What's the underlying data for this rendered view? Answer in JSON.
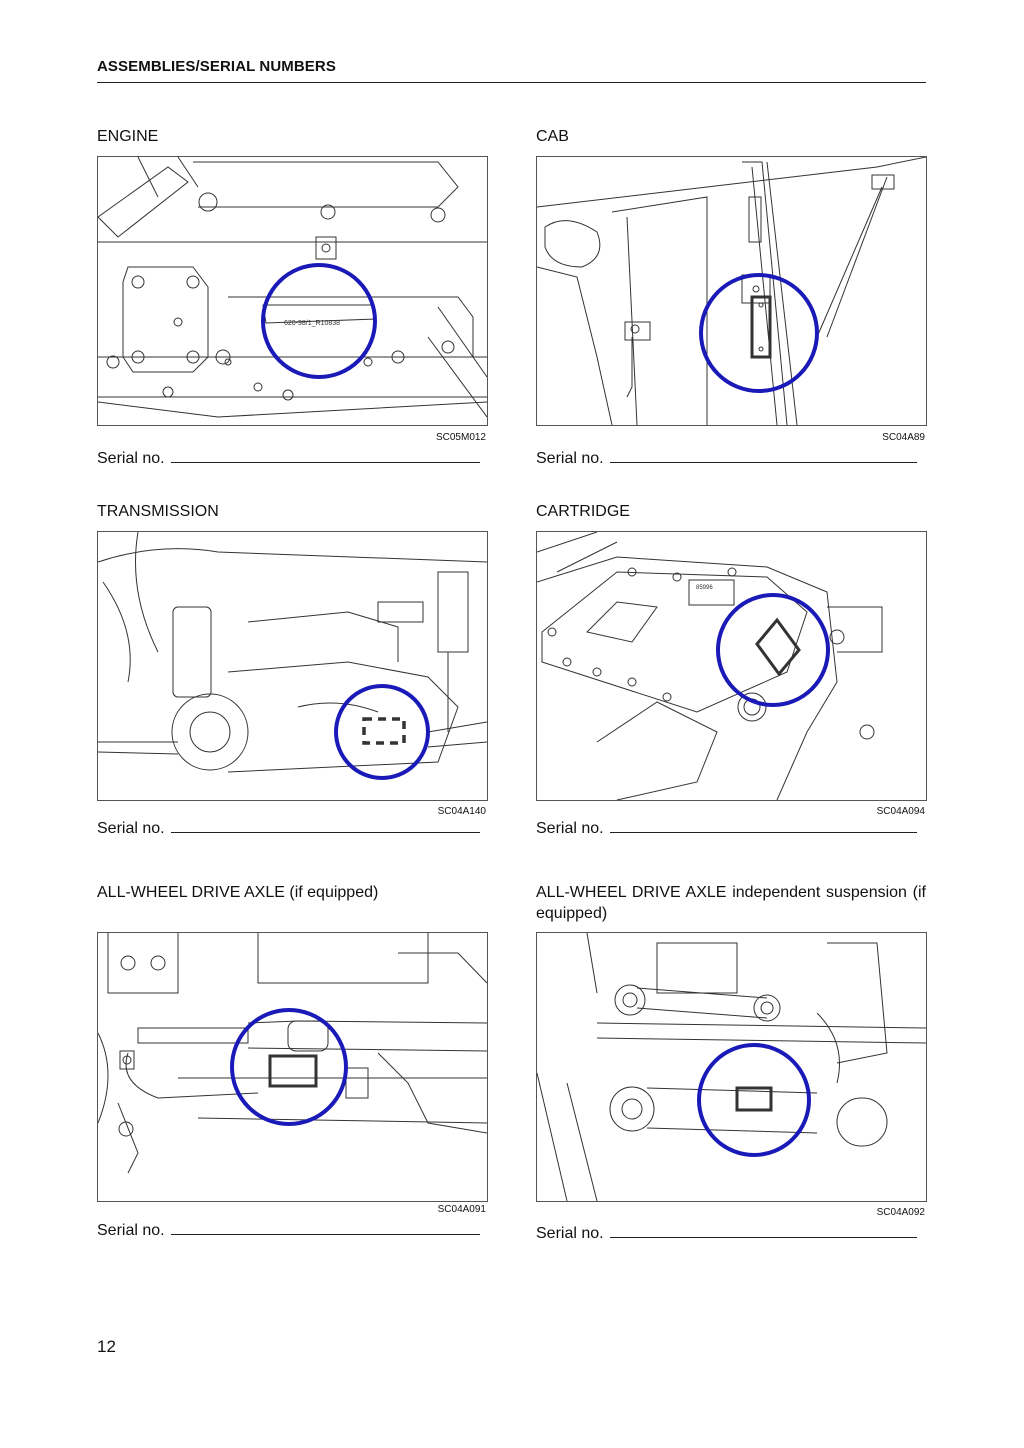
{
  "header": {
    "title": "ASSEMBLIES/SERIAL NUMBERS"
  },
  "serial_label": "Serial no.",
  "sections": {
    "engine": {
      "title": "ENGINE",
      "code": "SC05M012",
      "plate_text": "620-98/1_R10838"
    },
    "cab": {
      "title": "CAB",
      "code": "SC04A89"
    },
    "transmission": {
      "title": "TRANSMISSION",
      "code": "SC04A140"
    },
    "cartridge": {
      "title": "CARTRIDGE",
      "code": "SC04A094",
      "plate_text": "85996"
    },
    "awd_axle": {
      "title": "ALL-WHEEL DRIVE AXLE (if equipped)",
      "code": "SC04A091"
    },
    "awd_axle_independent": {
      "title": "ALL-WHEEL DRIVE AXLE independent suspension (if equipped)",
      "code": "SC04A092"
    }
  },
  "page_number": "12",
  "colors": {
    "highlight_circle": "#1a1ab8",
    "line_art": "#333333"
  }
}
